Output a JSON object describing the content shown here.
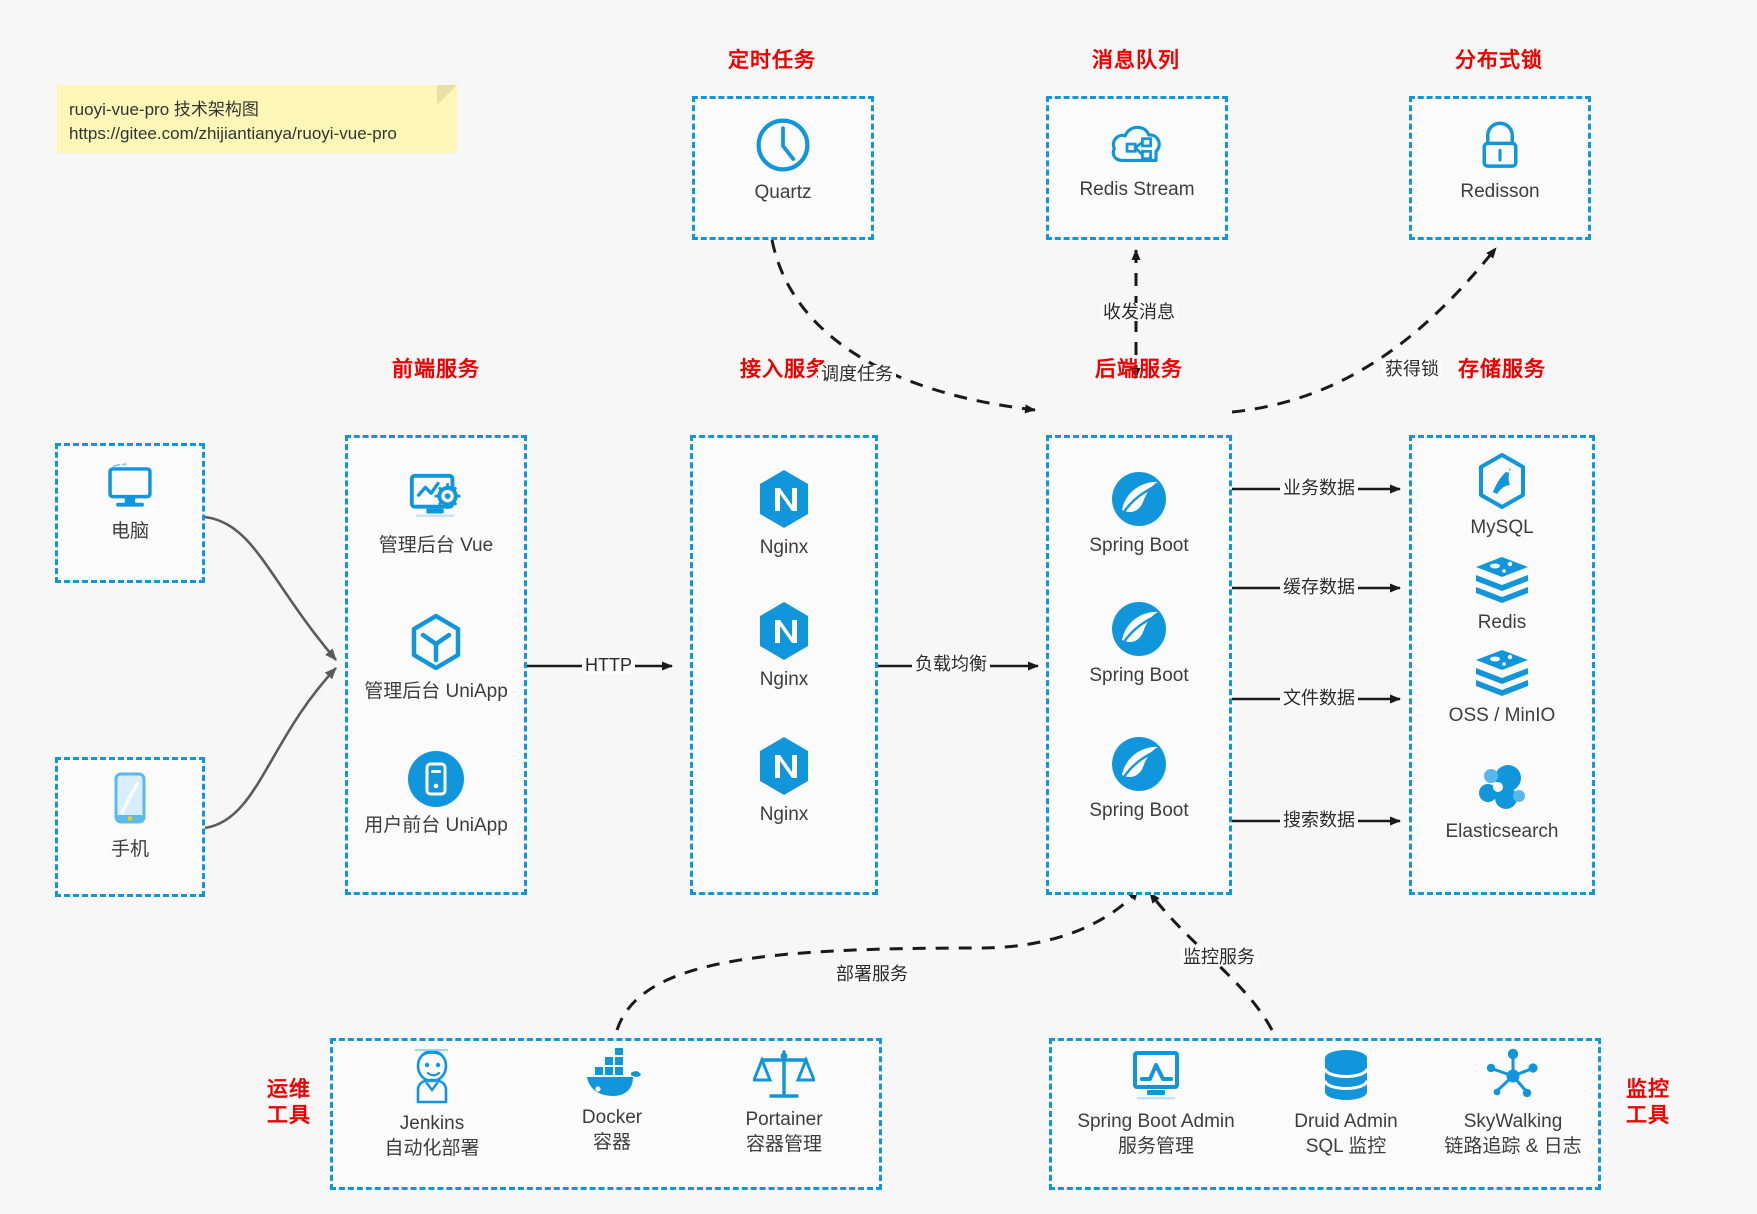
{
  "note": {
    "line1": "ruoyi-vue-pro 技术架构图",
    "line2": "https://gitee.com/zhijiantianya/ruoyi-vue-pro"
  },
  "colors": {
    "accent": "#1296db",
    "group_title": "#ef0000",
    "canvas": "#f7f7f7",
    "box_fill": "#fbfbfb",
    "note_fill": "#fcf7b6",
    "arrow": "#1a1a1a",
    "client_arrow": "#595959",
    "text": "#3d3d3d"
  },
  "groups": {
    "scheduled_task": {
      "title": "定时任务",
      "nodes": [
        {
          "label": "Quartz",
          "icon": "clock-icon"
        }
      ]
    },
    "message_queue": {
      "title": "消息队列",
      "nodes": [
        {
          "label": "Redis Stream",
          "icon": "cloud-stream-icon"
        }
      ]
    },
    "distributed_lock": {
      "title": "分布式锁",
      "nodes": [
        {
          "label": "Redisson",
          "icon": "lock-icon"
        }
      ]
    },
    "clients": {
      "nodes": [
        {
          "label": "电脑",
          "icon": "desktop-icon"
        },
        {
          "label": "手机",
          "icon": "smartphone-icon"
        }
      ]
    },
    "frontend": {
      "title": "前端服务",
      "nodes": [
        {
          "label": "管理后台 Vue",
          "icon": "dashboard-gear-icon"
        },
        {
          "label": "管理后台 UniApp",
          "icon": "cube-icon"
        },
        {
          "label": "用户前台 UniApp",
          "icon": "mobile-app-icon"
        }
      ]
    },
    "gateway": {
      "title": "接入服务",
      "nodes": [
        {
          "label": "Nginx",
          "icon": "nginx-icon"
        },
        {
          "label": "Nginx",
          "icon": "nginx-icon"
        },
        {
          "label": "Nginx",
          "icon": "nginx-icon"
        }
      ]
    },
    "backend": {
      "title": "后端服务",
      "nodes": [
        {
          "label": "Spring Boot",
          "icon": "spring-boot-icon"
        },
        {
          "label": "Spring Boot",
          "icon": "spring-boot-icon"
        },
        {
          "label": "Spring Boot",
          "icon": "spring-boot-icon"
        }
      ]
    },
    "storage": {
      "title": "存储服务",
      "nodes": [
        {
          "label": "MySQL",
          "icon": "mysql-icon"
        },
        {
          "label": "Redis",
          "icon": "redis-icon"
        },
        {
          "label": "OSS / MinIO",
          "icon": "object-storage-icon"
        },
        {
          "label": "Elasticsearch",
          "icon": "elasticsearch-icon"
        }
      ]
    },
    "devops": {
      "title_line1": "运维",
      "title_line2": "工具",
      "nodes": [
        {
          "label": "Jenkins",
          "sub": "自动化部署",
          "icon": "jenkins-icon"
        },
        {
          "label": "Docker",
          "sub": "容器",
          "icon": "docker-icon"
        },
        {
          "label": "Portainer",
          "sub": "容器管理",
          "icon": "scales-icon"
        }
      ]
    },
    "monitoring": {
      "title_line1": "监控",
      "title_line2": "工具",
      "nodes": [
        {
          "label": "Spring Boot Admin",
          "sub": "服务管理",
          "icon": "monitor-chart-icon"
        },
        {
          "label": "Druid Admin",
          "sub": "SQL 监控",
          "icon": "database-icon"
        },
        {
          "label": "SkyWalking",
          "sub": "链路追踪 & 日志",
          "icon": "skywalking-icon"
        }
      ]
    }
  },
  "edges": [
    {
      "id": "http",
      "label": "HTTP",
      "from": "frontend",
      "to": "gateway"
    },
    {
      "id": "lb",
      "label": "负载均衡",
      "from": "gateway",
      "to": "backend"
    },
    {
      "id": "schedule",
      "label": "调度任务",
      "from": "scheduled_task",
      "to": "backend"
    },
    {
      "id": "mq",
      "label": "收发消息",
      "from": "backend",
      "to": "message_queue"
    },
    {
      "id": "lock",
      "label": "获得锁",
      "from": "backend",
      "to": "distributed_lock"
    },
    {
      "id": "biz-data",
      "label": "业务数据",
      "from": "backend",
      "to": "storage"
    },
    {
      "id": "cache-data",
      "label": "缓存数据",
      "from": "backend",
      "to": "storage"
    },
    {
      "id": "file-data",
      "label": "文件数据",
      "from": "backend",
      "to": "storage"
    },
    {
      "id": "search-data",
      "label": "搜索数据",
      "from": "backend",
      "to": "storage"
    },
    {
      "id": "deploy",
      "label": "部署服务",
      "from": "devops",
      "to": "backend"
    },
    {
      "id": "monitor",
      "label": "监控服务",
      "from": "monitoring",
      "to": "backend"
    }
  ]
}
